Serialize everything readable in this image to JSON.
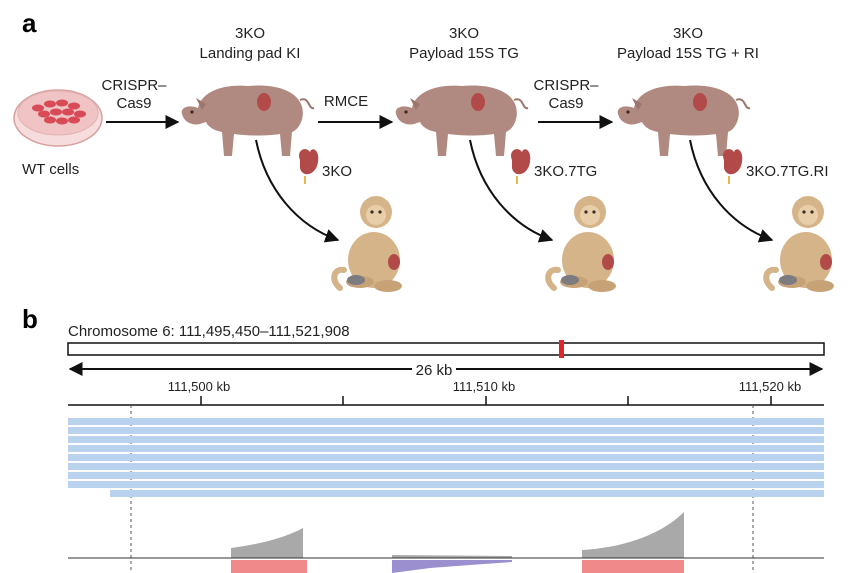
{
  "panel_a": {
    "panel_label": "a",
    "wt_label": "WT cells",
    "steps": [
      {
        "arrow_label": [
          "CRISPR–",
          "Cas9"
        ]
      },
      {
        "arrow_label": [
          "RMCE"
        ]
      },
      {
        "arrow_label": [
          "CRISPR–",
          "Cas9"
        ]
      }
    ],
    "pigs": [
      {
        "title_top": "3KO",
        "title_top_color": "#e8a31f",
        "title_bottom": "Landing pad KI",
        "title_bottom_color": "#222222",
        "kidney_label": "3KO",
        "kidney_label_color": "#e8a31f"
      },
      {
        "title_top": "3KO",
        "title_top_color": "#222222",
        "title_bottom": "Payload 15S TG",
        "title_bottom_color": "#4a4f9c",
        "kidney_label": "3KO.7TG",
        "kidney_label_color": "#4a4f9c"
      },
      {
        "title_top": "3KO",
        "title_top_color": "#222222",
        "title_bottom": "Payload 15S TG + RI",
        "title_bottom_color": "#4a4f9c",
        "kidney_label": "3KO.7TG.RI",
        "kidney_label_color": "#4a4f9c"
      }
    ],
    "colors": {
      "pig": "#b08a80",
      "kidney": "#b34a4a",
      "monkey": "#d6b48a",
      "dish": "#f0c4c4",
      "cells": "#d84a55"
    }
  },
  "panel_b": {
    "panel_label": "b",
    "chromosome_label": "Chromosome 6: 111,495,450–111,521,908",
    "span_label": "26 kb",
    "ticks": [
      {
        "label": "111,500 kb"
      },
      {
        "label": "111,510 kb"
      },
      {
        "label": "111,520 kb"
      }
    ],
    "marker_color": "#e0262b",
    "read_color": "#b9d3ee",
    "coverage_color": "#a9a9a9",
    "feature_colors": {
      "left": "#f08a8a",
      "mid": "#9b8fd0",
      "right": "#f08a8a"
    }
  }
}
